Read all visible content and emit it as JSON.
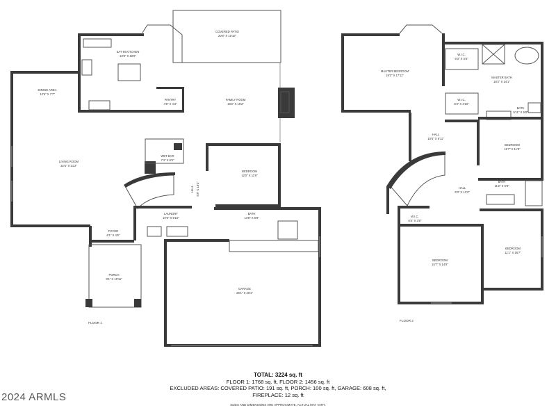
{
  "rooms_floor1": {
    "covered_patio": {
      "name": "COVERED PATIO",
      "dim": "20'6\" X 10'10\""
    },
    "eat_in_kitchen": {
      "name": "EAT-IN KITCHEN",
      "dim": "19'8\" X 16'6\""
    },
    "dining_area": {
      "name": "DINING AREA",
      "dim": "12'6\" X 7'7\""
    },
    "pantry": {
      "name": "PANTRY",
      "dim": "4'8\" X 4'3\""
    },
    "family_room": {
      "name": "FAMILY ROOM",
      "dim": "18'2\" X 15'2\""
    },
    "living_room": {
      "name": "LIVING ROOM",
      "dim": "32'5\" X 21'2\""
    },
    "wet_bar": {
      "name": "WET BAR",
      "dim": "7'4\" X 6'5\""
    },
    "hall": {
      "name": "HALL",
      "dim": "5'8\" X 18'3\""
    },
    "bedroom": {
      "name": "BEDROOM",
      "dim": "12'0\" X 11'9\""
    },
    "laundry": {
      "name": "LAUNDRY",
      "dim": "10'5\" X 5'10\""
    },
    "bath": {
      "name": "BATH",
      "dim": "13'8\" X 5'8\""
    },
    "foyer": {
      "name": "FOYER",
      "dim": "6'1\" X 4'6\""
    },
    "porch": {
      "name": "PORCH",
      "dim": "9'1\" X 10'11\""
    },
    "garage": {
      "name": "GARAGE",
      "dim": "26'1\" X 26'1\""
    }
  },
  "rooms_floor2": {
    "master_bedroom": {
      "name": "MASTER BEDROOM",
      "dim": "19'2\" X 17'11\""
    },
    "wic_top": {
      "name": "W.I.C.",
      "dim": "6'3\" X 4'8\""
    },
    "master_bath": {
      "name": "MASTER BATH",
      "dim": "18'2\" X 14'1\""
    },
    "wic_mid": {
      "name": "W.I.C.",
      "dim": "6'3\" X 4'10\""
    },
    "bath_small": {
      "name": "BATH",
      "dim": "5'11\" X 5'8\""
    },
    "hall_upper": {
      "name": "HALL",
      "dim": "10'6\" X 6'11\""
    },
    "bedroom_right": {
      "name": "BEDROOM",
      "dim": "11'7\" X 11'8\""
    },
    "bath_right": {
      "name": "BATH",
      "dim": "11'2\" X 5'8\""
    },
    "hall_lower": {
      "name": "HALL",
      "dim": "6'3\" X 13'3\""
    },
    "wic_low": {
      "name": "W.I.C.",
      "dim": "6'5\" X 3'8\""
    },
    "bedroom_bottom": {
      "name": "BEDROOM",
      "dim": "15'7\" X 14'6\""
    },
    "bedroom_br": {
      "name": "BEDROOM",
      "dim": "11'1\" X 16'7\""
    }
  },
  "floor_labels": {
    "floor1": "FLOOR 1",
    "floor2": "FLOOR 2"
  },
  "totals": {
    "title": "TOTAL: 3224 sq. ft",
    "line1": "FLOOR 1: 1768 sq. ft, FLOOR 2: 1456 sq. ft",
    "line2": "EXCLUDED AREAS: COVERED PATIO: 191 sq. ft, PORCH: 100 sq. ft, GARAGE: 608 sq. ft,",
    "line3": "FIREPLACE: 12 sq. ft"
  },
  "disclaimer": "SIZES AND DIMENSIONS ARE APPROXIMATE, ACTUAL MAY VARY.",
  "watermark": "2024 ARMLS",
  "colors": {
    "wall": "#3a3a3a",
    "window": "#9a9a9a",
    "text": "#333333"
  }
}
